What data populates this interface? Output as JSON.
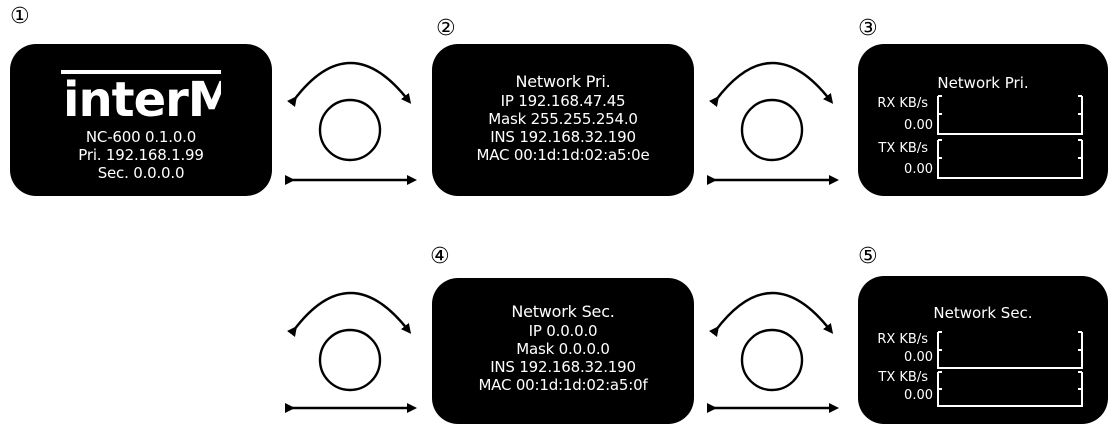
{
  "steps": {
    "s1": "①",
    "s2": "②",
    "s3": "③",
    "s4": "④",
    "s5": "⑤"
  },
  "screen1": {
    "logo_text": "interM",
    "model": "NC-600 0.1.0.0",
    "pri": "Pri.  192.168.1.99",
    "sec": "Sec.  0.0.0.0"
  },
  "screen2": {
    "title": "Network Pri.",
    "ip": "IP 192.168.47.45",
    "mask": "Mask 255.255.254.0",
    "ins": "INS 192.168.32.190",
    "mac": "MAC 00:1d:1d:02:a5:0e"
  },
  "screen3": {
    "title": "Network Pri.",
    "rx_label": "RX KB/s",
    "rx_value": "0.00",
    "tx_label": "TX KB/s",
    "tx_value": "0.00"
  },
  "screen4": {
    "title": "Network Sec.",
    "ip": "IP 0.0.0.0",
    "mask": "Mask 0.0.0.0",
    "ins": "INS 192.168.32.190",
    "mac": "MAC 00:1d:1d:02:a5:0f"
  },
  "screen5": {
    "title": "Network Sec.",
    "rx_label": "RX KB/s",
    "rx_value": "0.00",
    "tx_label": "TX KB/s",
    "tx_value": "0.00"
  }
}
